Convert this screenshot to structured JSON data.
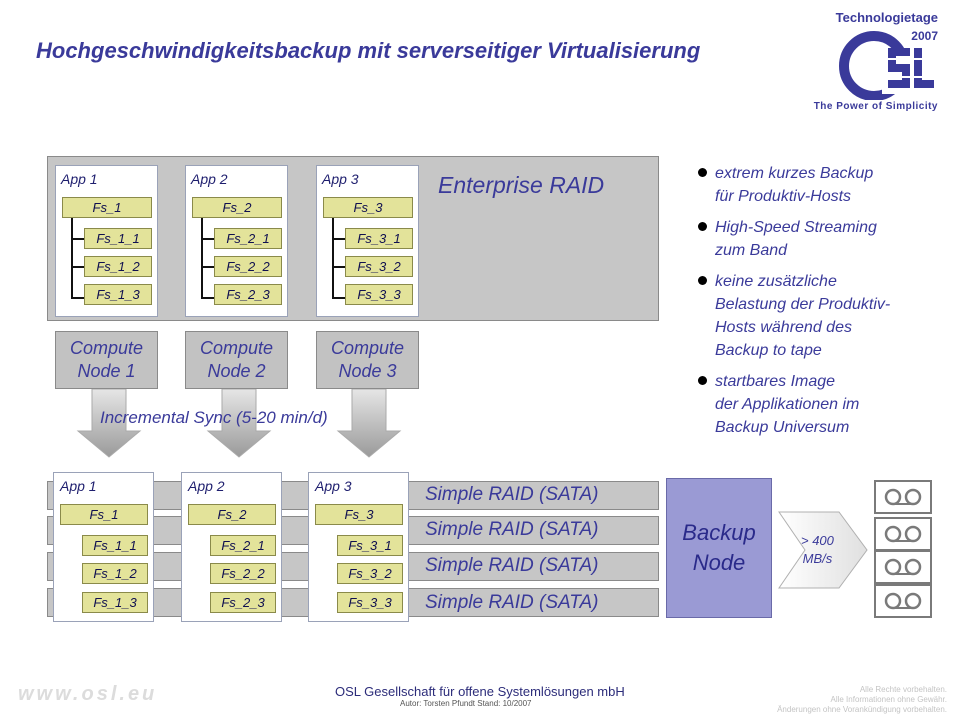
{
  "title": "Hochgeschwindigkeitsbackup mit serverseitiger Virtualisierung",
  "logo": {
    "event": "Technologietage",
    "year": "2007",
    "tagline": "The Power of Simplicity"
  },
  "top": {
    "raid_label": "Enterprise RAID",
    "apps": [
      {
        "name": "App 1",
        "fs": "Fs_1",
        "subs": [
          "Fs_1_1",
          "Fs_1_2",
          "Fs_1_3"
        ],
        "node_line1": "Compute",
        "node_line2": "Node 1"
      },
      {
        "name": "App 2",
        "fs": "Fs_2",
        "subs": [
          "Fs_2_1",
          "Fs_2_2",
          "Fs_2_3"
        ],
        "node_line1": "Compute",
        "node_line2": "Node 2"
      },
      {
        "name": "App 3",
        "fs": "Fs_3",
        "subs": [
          "Fs_3_1",
          "Fs_3_2",
          "Fs_3_3"
        ],
        "node_line1": "Compute",
        "node_line2": "Node 3"
      }
    ],
    "sync_label": "Incremental Sync (5-20 min/d)"
  },
  "bullets": [
    {
      "lines": [
        "extrem kurzes Backup",
        "für Produktiv-Hosts"
      ]
    },
    {
      "lines": [
        "High-Speed Streaming",
        "zum Band"
      ]
    },
    {
      "lines": [
        "keine zusätzliche",
        "Belastung der Produktiv-",
        "Hosts während des",
        "Backup to tape"
      ]
    },
    {
      "lines": [
        "startbares Image",
        "der Applikationen im",
        "Backup Universum"
      ]
    }
  ],
  "bottom": {
    "apps": [
      {
        "name": "App 1",
        "fs": "Fs_1",
        "subs": [
          "Fs_1_1",
          "Fs_1_2",
          "Fs_1_3"
        ]
      },
      {
        "name": "App 2",
        "fs": "Fs_2",
        "subs": [
          "Fs_2_1",
          "Fs_2_2",
          "Fs_2_3"
        ]
      },
      {
        "name": "App 3",
        "fs": "Fs_3",
        "subs": [
          "Fs_3_1",
          "Fs_3_2",
          "Fs_3_3"
        ]
      }
    ],
    "raids": [
      "Simple RAID (SATA)",
      "Simple RAID (SATA)",
      "Simple RAID (SATA)",
      "Simple RAID (SATA)"
    ],
    "backup_line1": "Backup",
    "backup_line2": "Node",
    "speed_line1": "> 400",
    "speed_line2": "MB/s"
  },
  "footer": {
    "website": "www.osl.eu",
    "company": "OSL Gesellschaft für offene Systemlösungen mbH",
    "author": "Autor: Torsten Pfundt  Stand: 10/2007",
    "rights1": "Alle Rechte vorbehalten.",
    "rights2": "Alle Informationen ohne Gewähr.",
    "rights3": "Änderungen ohne Vorankündigung vorbehalten."
  },
  "colors": {
    "accent": "#3a3a9a",
    "fs_box": "#e3e39a",
    "raid_gray": "#c6c6c6",
    "backup_node": "#9a9ad4"
  }
}
